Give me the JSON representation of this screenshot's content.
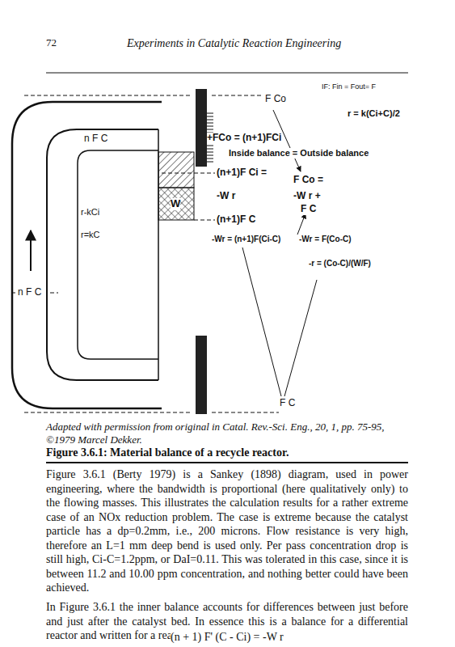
{
  "diagram": {
    "caption": "Figure 3.6.1: Material balance of a recycle reactor.",
    "labels": [
      "72",
      "Experiments in Catalytic Reaction Engineering",
      "IF: Fin = Fout= F",
      "F Co",
      "r = k(Ci+C)/2",
      "n F C",
      "+FCo = (n+1)FCi",
      "Inside balance = Outside balance",
      "(n+1)F Ci =",
      "F Co =",
      "r-kCi",
      "W",
      "-W r",
      "-W r +",
      "r=kC",
      "F C",
      "(n+1)F C",
      "n F C",
      "-Wr = (n+1)F(Ci-C)",
      "-Wr = F(Co-C)",
      "-r = (Co-C)/(W/F)",
      "F C",
      "Adapted with permission from original in Catal. Rev.-Sci. Eng., 20, 1, pp. 75-95, ©1979 Marcel Dekker.",
      "Figure 3.6.1 (Berty 1979) is a Sankey (1898) diagram, used in power engineering, where the bandwidth is proportional (here qualitatively only) to the flowing masses. This illustrates the calculation results for a rather extreme case of an NOx reduction problem. The case is extreme because the catalyst particle has a dp=0.2mm, i.e., 200 microns. Flow resistance is very high, therefore an L=1 mm deep bend is used only. Per pass concentration drop is still high, Ci-C=1.2ppm, or DaI=0.11. This was tolerated in this case, since it is between 11.2 and 10.00 ppm concentration, and nothing better could have been achieved.",
      "In Figure 3.6.1 the inner balance accounts for differences between just before and just after the catalyst bed. In essence this is a balance for a differential reactor and written for a reactant:",
      "(n + 1) F' (C - Ci) = -W r"
    ]
  }
}
